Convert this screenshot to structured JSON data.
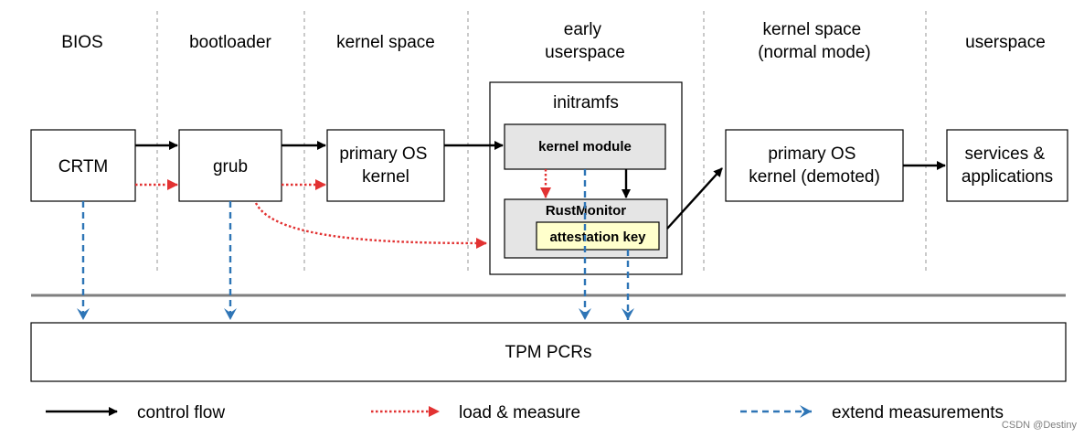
{
  "stages": [
    {
      "id": "bios",
      "lines": [
        "BIOS"
      ]
    },
    {
      "id": "bootloader",
      "lines": [
        "bootloader"
      ]
    },
    {
      "id": "kernel-space",
      "lines": [
        "kernel space"
      ]
    },
    {
      "id": "early-userspace",
      "lines": [
        "early",
        "userspace"
      ]
    },
    {
      "id": "kernel-space-normal",
      "lines": [
        "kernel space",
        "(normal mode)"
      ]
    },
    {
      "id": "userspace",
      "lines": [
        "userspace"
      ]
    }
  ],
  "boxes": {
    "crtm": {
      "lines": [
        "CRTM"
      ]
    },
    "grub": {
      "lines": [
        "grub"
      ]
    },
    "primary_os_kernel": {
      "lines": [
        "primary OS",
        "kernel"
      ]
    },
    "initramfs": {
      "lines": [
        "initramfs"
      ]
    },
    "kernel_module": {
      "lines": [
        "kernel module"
      ]
    },
    "rustmonitor": {
      "lines": [
        "RustMonitor"
      ]
    },
    "attestation_key": {
      "lines": [
        "attestation key"
      ]
    },
    "primary_os_demoted": {
      "lines": [
        "primary OS",
        "kernel (demoted)"
      ]
    },
    "services": {
      "lines": [
        "services &",
        "applications"
      ]
    },
    "tpm_pcrs": {
      "lines": [
        "TPM PCRs"
      ]
    }
  },
  "legend": {
    "control_flow": "control flow",
    "load_measure": "load & measure",
    "extend": "extend measurements"
  },
  "watermark": "CSDN @Destiny",
  "colors": {
    "control": "#000000",
    "load": "#e23232",
    "extend": "#2e75b6",
    "separator": "#a6a6a6",
    "grey_fill": "#e5e5e5",
    "yellow_fill": "#ffffcc"
  }
}
